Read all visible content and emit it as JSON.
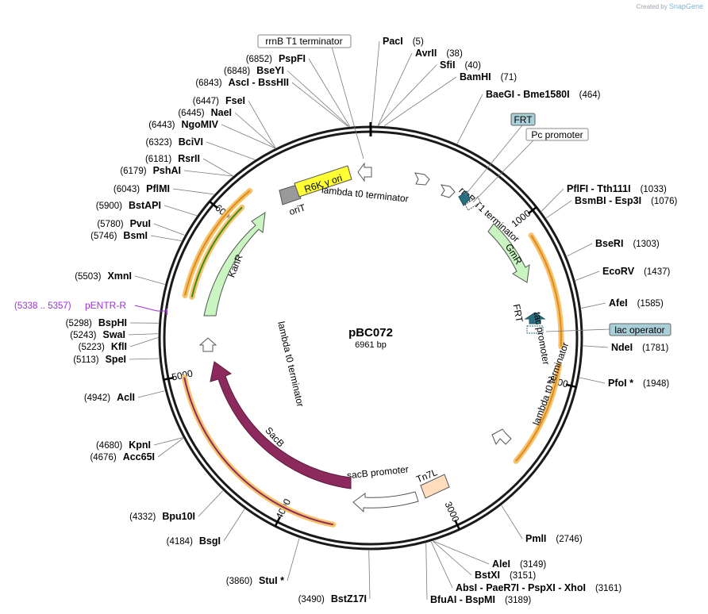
{
  "credit": {
    "prefix": "Created by",
    "brand": "SnapGene"
  },
  "plasmid": {
    "name": "pBC072",
    "length_label": "6961 bp",
    "length": 6961
  },
  "ticks": [
    {
      "label": "1000",
      "bp": 1000
    },
    {
      "label": "2000",
      "bp": 2000
    },
    {
      "label": "3000",
      "bp": 3000
    },
    {
      "label": "4000",
      "bp": 4000
    },
    {
      "label": "5000",
      "bp": 5000
    },
    {
      "label": "6000",
      "bp": 6000
    }
  ],
  "enzymes": [
    {
      "id": "paci",
      "text": "PacI",
      "pos": "(5)",
      "bp": 5
    },
    {
      "id": "avrii",
      "text": "AvrII",
      "pos": "(38)",
      "bp": 38
    },
    {
      "id": "sfii",
      "text": "SfiI",
      "pos": "(40)",
      "bp": 40
    },
    {
      "id": "bamhi",
      "text": "BamHI",
      "pos": "(71)",
      "bp": 71
    },
    {
      "id": "baegi",
      "text": "BaeGI  -  Bme1580I",
      "pos": "(464)",
      "bp": 464
    },
    {
      "id": "pflfi",
      "text": "PflFI  -  Tth111I",
      "pos": "(1033)",
      "bp": 1033
    },
    {
      "id": "bsmbi",
      "text": "BsmBI  -  Esp3I",
      "pos": "(1076)",
      "bp": 1076
    },
    {
      "id": "bseri",
      "text": "BseRI",
      "pos": "(1303)",
      "bp": 1303
    },
    {
      "id": "ecorv",
      "text": "EcoRV",
      "pos": "(1437)",
      "bp": 1437
    },
    {
      "id": "afei",
      "text": "AfeI",
      "pos": "(1585)",
      "bp": 1585
    },
    {
      "id": "ndei",
      "text": "NdeI",
      "pos": "(1781)",
      "bp": 1781
    },
    {
      "id": "pfoi",
      "text": "PfoI *",
      "pos": "(1948)",
      "bp": 1948
    },
    {
      "id": "pmli",
      "text": "PmlI",
      "pos": "(2746)",
      "bp": 2746
    },
    {
      "id": "alei",
      "text": "AleI",
      "pos": "(3149)",
      "bp": 3149
    },
    {
      "id": "bstxi",
      "text": "BstXI",
      "pos": "(3151)",
      "bp": 3151
    },
    {
      "id": "absi",
      "text": "AbsI  -  PaeR7I  -  PspXI  -  XhoI",
      "pos": "(3161)",
      "bp": 3161
    },
    {
      "id": "bfuai",
      "text": "BfuAI  -  BspMI",
      "pos": "(3189)",
      "bp": 3189
    },
    {
      "id": "bstz17i",
      "text": "BstZ17I",
      "pos": "(3490)",
      "bp": 3490
    },
    {
      "id": "stui",
      "text": "StuI *",
      "pos": "(3860)",
      "bp": 3860
    },
    {
      "id": "bsgi",
      "text": "BsgI",
      "pos": "(4184)",
      "bp": 4184
    },
    {
      "id": "bpu10i",
      "text": "Bpu10I",
      "pos": "(4332)",
      "bp": 4332
    },
    {
      "id": "acc65i",
      "text": "Acc65I",
      "pos": "(4676)",
      "bp": 4676
    },
    {
      "id": "kpni",
      "text": "KpnI",
      "pos": "(4680)",
      "bp": 4680
    },
    {
      "id": "acli",
      "text": "AclI",
      "pos": "(4942)",
      "bp": 4942
    },
    {
      "id": "spei",
      "text": "SpeI",
      "pos": "(5113)",
      "bp": 5113
    },
    {
      "id": "kfli",
      "text": "KflI",
      "pos": "(5223)",
      "bp": 5223
    },
    {
      "id": "swai",
      "text": "SwaI",
      "pos": "(5243)",
      "bp": 5243
    },
    {
      "id": "bsphi",
      "text": "BspHI",
      "pos": "(5298)",
      "bp": 5298
    },
    {
      "id": "xmni",
      "text": "XmnI",
      "pos": "(5503)",
      "bp": 5503
    },
    {
      "id": "bsmi",
      "text": "BsmI",
      "pos": "(5746)",
      "bp": 5746
    },
    {
      "id": "pvui",
      "text": "PvuI",
      "pos": "(5780)",
      "bp": 5780
    },
    {
      "id": "bstapi",
      "text": "BstAPI",
      "pos": "(5900)",
      "bp": 5900
    },
    {
      "id": "pflmi",
      "text": "PflMI",
      "pos": "(6043)",
      "bp": 6043
    },
    {
      "id": "pshai",
      "text": "PshAI",
      "pos": "(6179)",
      "bp": 6179
    },
    {
      "id": "rsrii",
      "text": "RsrII",
      "pos": "(6181)",
      "bp": 6181
    },
    {
      "id": "bcivi",
      "text": "BciVI",
      "pos": "(6323)",
      "bp": 6323
    },
    {
      "id": "ngomiv",
      "text": "NgoMIV",
      "pos": "(6443)",
      "bp": 6443
    },
    {
      "id": "naei",
      "text": "NaeI",
      "pos": "(6445)",
      "bp": 6445
    },
    {
      "id": "fsei",
      "text": "FseI",
      "pos": "(6447)",
      "bp": 6447
    },
    {
      "id": "asci",
      "text": "AscI  -  BssHII",
      "pos": "(6843)",
      "bp": 6843
    },
    {
      "id": "bseyi",
      "text": "BseYI",
      "pos": "(6848)",
      "bp": 6848
    },
    {
      "id": "pspfi",
      "text": "PspFI",
      "pos": "(6852)",
      "bp": 6852
    }
  ],
  "primer": {
    "text": "pENTR-R",
    "pos": "(5338 .. 5357)",
    "color": "#9b30d9"
  },
  "boxed_labels": [
    {
      "id": "rrnb-box",
      "text": "rrnB T1 terminator",
      "fill": "#ffffff"
    },
    {
      "id": "frt-box",
      "text": "FRT",
      "fill": "#a9cfd8"
    },
    {
      "id": "pc-box",
      "text": "Pc promoter",
      "fill": "#ffffff"
    },
    {
      "id": "lacop-box",
      "text": "lac operator",
      "fill": "#a9cfd8"
    }
  ],
  "features": {
    "r6k": "R6K γ ori",
    "orit": "oriT",
    "lambda_top": "lambda t0 terminator",
    "rrnb_inner": "rrnB T1 terminator",
    "gmr": "GmR",
    "frt": "FRT",
    "tac": "tac promoter",
    "lambda_right": "lambda t0 terminator",
    "tn7l": "Tn7L",
    "sacb_promoter": "sacB promoter",
    "sacb": "SacB",
    "lambda_left": "lambda t0 terminator",
    "kanr": "KanR"
  },
  "colors": {
    "backbone": "#1a1a1a",
    "orf_highlight": "#f5c36b",
    "orange_arrow": "#e08a1e",
    "green_arrow": "#3a8c1a",
    "sacb": "#8c2a5e",
    "marker_green": "#c8f5c0",
    "r6k_yellow": "#ffff33",
    "tn7l": "#ffdcbc",
    "frt_teal": "#2a6f80"
  }
}
